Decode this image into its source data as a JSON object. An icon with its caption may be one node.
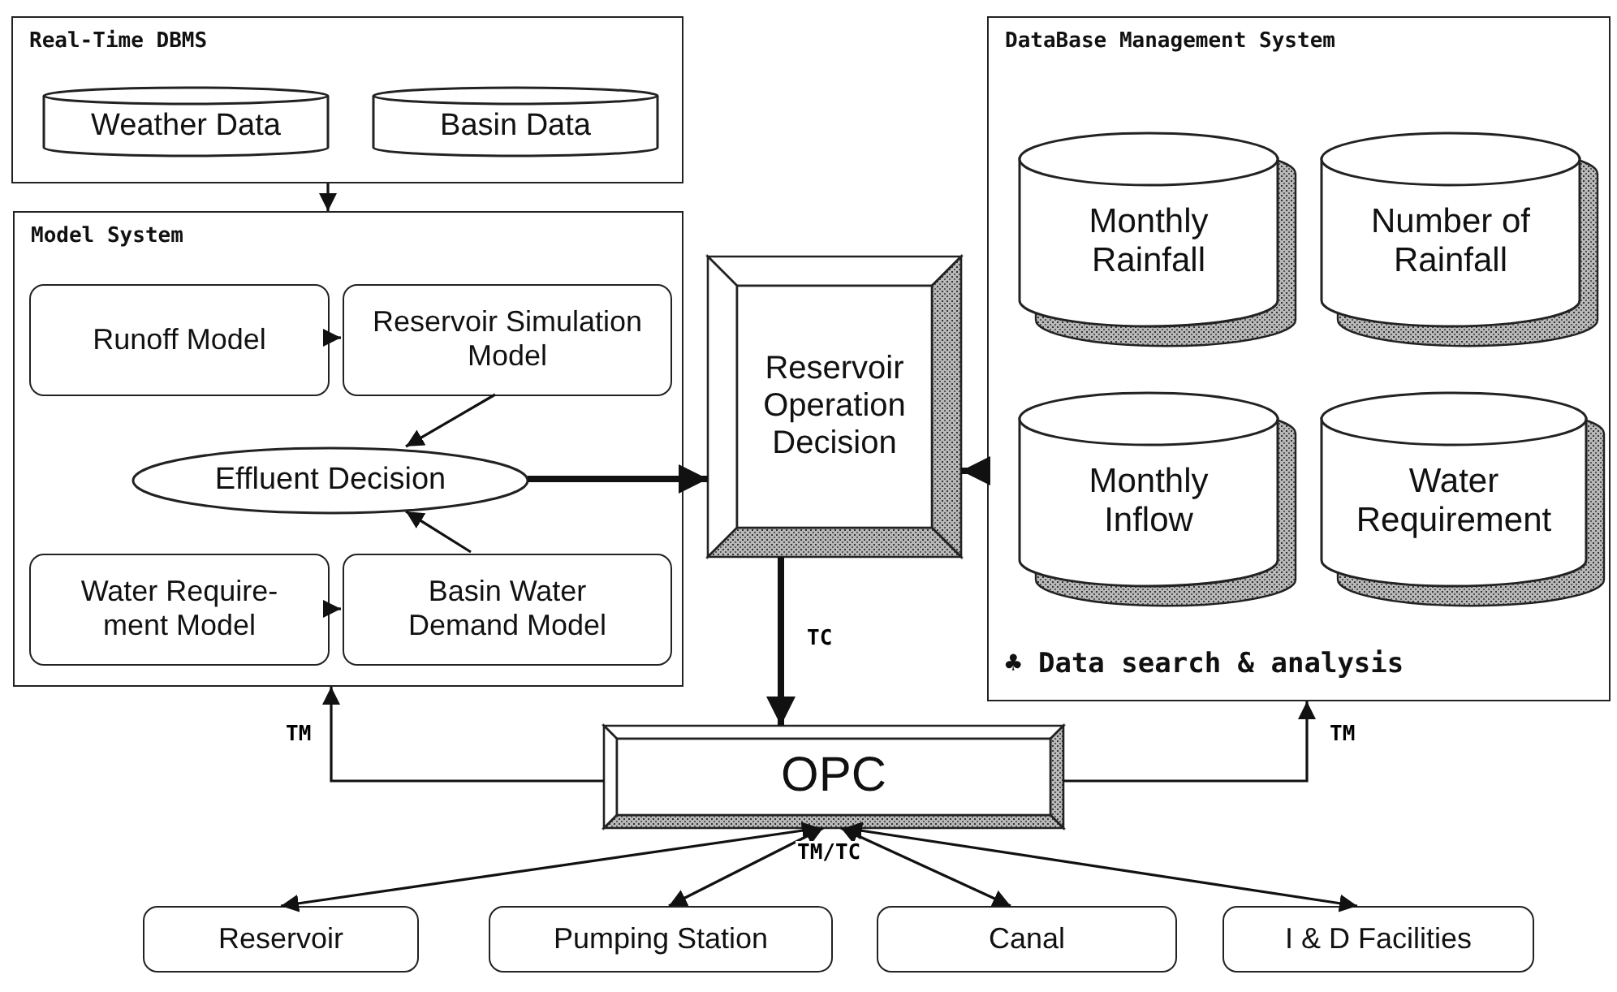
{
  "diagram": {
    "nodes": [
      {
        "text": [
          "Real-Time DBMS"
        ]
      },
      {
        "text": [
          "Weather Data"
        ],
        "in": 0
      },
      {
        "text": [
          "Basin Data"
        ],
        "in": 0
      },
      {
        "text": [
          "Model System"
        ]
      },
      {
        "text": [
          "Runoff Model"
        ],
        "in": 3
      },
      {
        "text": [
          "Reservoir Simulation Model"
        ],
        "in": 3
      },
      {
        "text": [
          "Effluent Decision"
        ],
        "in": 3
      },
      {
        "text": [
          "Water Require-ment Model"
        ],
        "in": 3
      },
      {
        "text": [
          "Basin Water Demand Model"
        ],
        "in": 3
      },
      {
        "text": [
          "Reservoir Operation Decision"
        ]
      },
      {
        "text": [
          "DataBase Management System",
          "♣ Data search & analysis"
        ]
      },
      {
        "text": [
          "Monthly Rainfall"
        ],
        "in": 10
      },
      {
        "text": [
          "Number of Rainfall"
        ],
        "in": 10
      },
      {
        "text": [
          "Monthly Inflow"
        ],
        "in": 10
      },
      {
        "text": [
          "Water Requirement"
        ],
        "in": 10
      },
      {
        "text": [
          "OPC"
        ]
      },
      {
        "text": [
          "Reservoir"
        ]
      },
      {
        "text": [
          "Pumping Station"
        ]
      },
      {
        "text": [
          "Canal"
        ]
      },
      {
        "text": [
          "I & D Facilities"
        ]
      }
    ],
    "edges": [
      {
        "from": 0,
        "to": 3,
        "arrow": "to"
      },
      {
        "from": 4,
        "to": 5,
        "arrow": "to"
      },
      {
        "from": 5,
        "to": 6,
        "arrow": "to"
      },
      {
        "from": 8,
        "to": 6,
        "arrow": "to"
      },
      {
        "from": 7,
        "to": 8,
        "arrow": "to"
      },
      {
        "from": 6,
        "to": 9,
        "arrow": "to",
        "style": "thick"
      },
      {
        "from": 10,
        "to": 9,
        "arrow": "to",
        "style": "thick"
      },
      {
        "from": 9,
        "to": 15,
        "arrow": "to",
        "style": "thick",
        "label": "TC"
      },
      {
        "from": 15,
        "to": 3,
        "arrow": "to",
        "label": "TM"
      },
      {
        "from": 15,
        "to": 10,
        "arrow": "to",
        "label": "TM"
      },
      {
        "from": 15,
        "to": 16,
        "arrow": "both"
      },
      {
        "from": 15,
        "to": 17,
        "arrow": "both"
      },
      {
        "from": 15,
        "to": 18,
        "arrow": "both"
      },
      {
        "from": 15,
        "to": 19,
        "arrow": "both"
      }
    ],
    "labels": [
      "TM/TC"
    ]
  }
}
